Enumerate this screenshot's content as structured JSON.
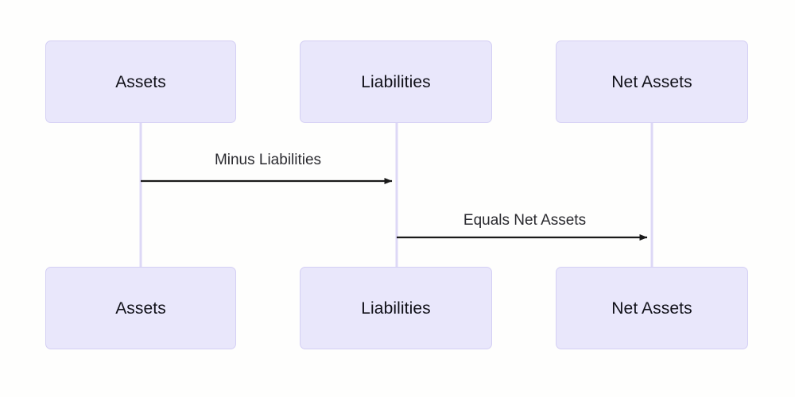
{
  "diagram": {
    "type": "flowchart",
    "background_color": "#fefefd",
    "node_fill": "#e9e7fb",
    "node_border": "#d4cff4",
    "connector_color": "#ddd8f6",
    "arrow_color": "#1a1a1a",
    "nodes": [
      {
        "id": "assets-top",
        "label": "Assets",
        "column": "left",
        "row": "top"
      },
      {
        "id": "liabilities-top",
        "label": "Liabilities",
        "column": "middle",
        "row": "top"
      },
      {
        "id": "netassets-top",
        "label": "Net Assets",
        "column": "right",
        "row": "top"
      },
      {
        "id": "assets-bottom",
        "label": "Assets",
        "column": "left",
        "row": "bottom"
      },
      {
        "id": "liabilities-bottom",
        "label": "Liabilities",
        "column": "middle",
        "row": "bottom"
      },
      {
        "id": "netassets-bottom",
        "label": "Net Assets",
        "column": "right",
        "row": "bottom"
      }
    ],
    "connectors": [
      {
        "id": "lifeline-left",
        "from": "assets-top",
        "to": "assets-bottom",
        "style": "vertical-line"
      },
      {
        "id": "lifeline-middle",
        "from": "liabilities-top",
        "to": "liabilities-bottom",
        "style": "vertical-line"
      },
      {
        "id": "lifeline-right",
        "from": "netassets-top",
        "to": "netassets-bottom",
        "style": "vertical-line"
      }
    ],
    "messages": [
      {
        "id": "minus-liabilities",
        "label": "Minus Liabilities",
        "from": "assets",
        "to": "liabilities",
        "direction": "right",
        "style": "solid-arrow"
      },
      {
        "id": "equals-net-assets",
        "label": "Equals Net Assets",
        "from": "liabilities",
        "to": "net-assets",
        "direction": "right",
        "style": "solid-arrow"
      }
    ]
  }
}
